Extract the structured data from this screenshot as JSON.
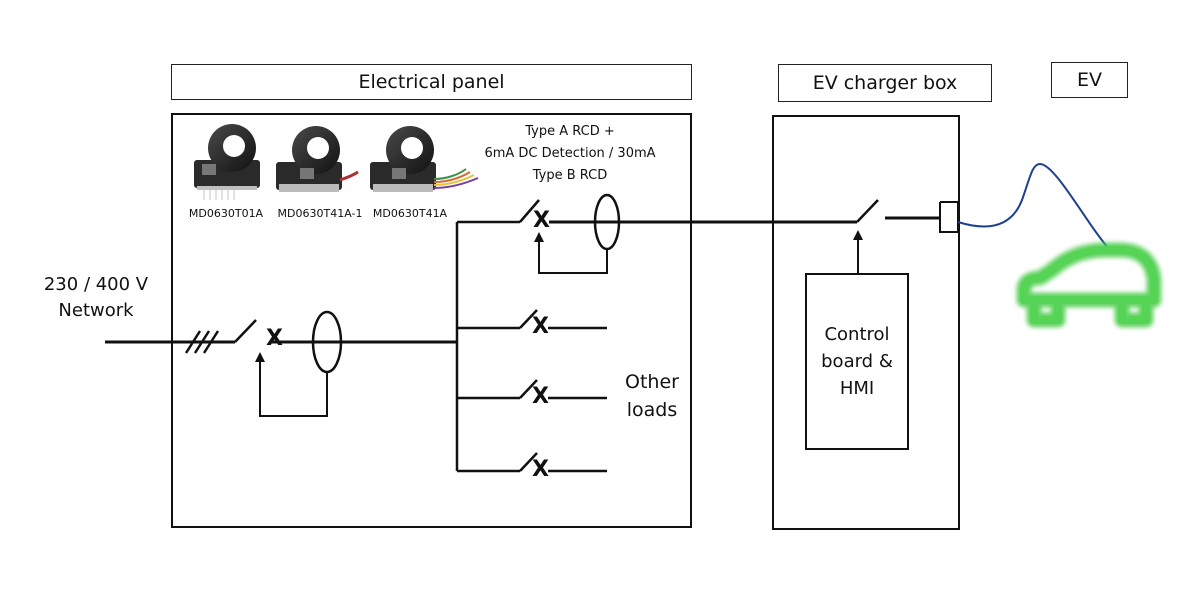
{
  "labels": {
    "electrical_panel": "Electrical panel",
    "ev_charger_box": "EV charger box",
    "ev": "EV"
  },
  "network": {
    "line1": "230 / 400 V",
    "line2": "Network"
  },
  "rcd_note": {
    "line1": "Type A RCD +",
    "line2": "6mA DC Detection / 30mA",
    "line3": "Type B RCD"
  },
  "sensors": [
    {
      "model": "MD0630T01A"
    },
    {
      "model": "MD0630T41A-1"
    },
    {
      "model": "MD0630T41A"
    }
  ],
  "other_loads": {
    "line1": "Other",
    "line2": "loads"
  },
  "control_board": {
    "line1": "Control",
    "line2": "board &",
    "line3": "HMI"
  },
  "breaker_mark": "X",
  "colors": {
    "car": "#4ccc4c",
    "cable": "#1f3f8f",
    "lines": "#111111"
  }
}
